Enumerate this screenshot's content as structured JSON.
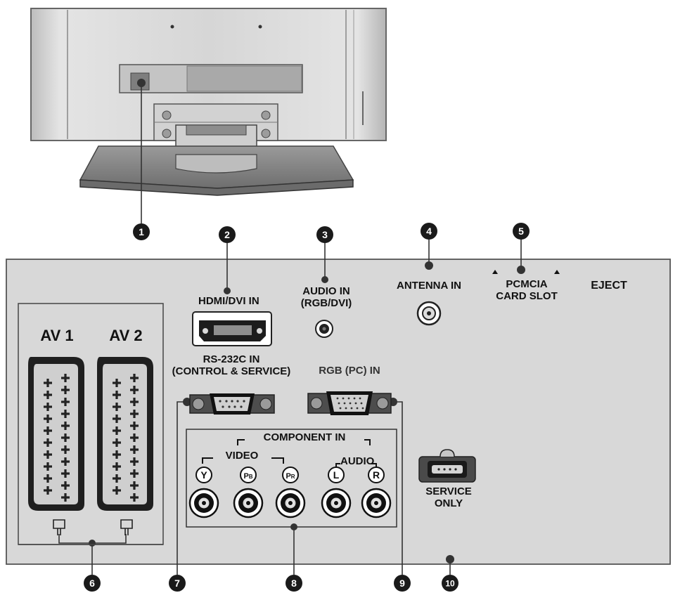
{
  "callouts": [
    "1",
    "2",
    "3",
    "4",
    "5",
    "6",
    "7",
    "8",
    "9",
    "10"
  ],
  "labels": {
    "hdmi": "HDMI/DVI IN",
    "audio_in": [
      "AUDIO IN",
      "(RGB/DVI)"
    ],
    "antenna": "ANTENNA IN",
    "pcmcia": [
      "PCMCIA",
      "CARD SLOT"
    ],
    "eject": "EJECT",
    "av1": "AV 1",
    "av2": "AV 2",
    "rs232": [
      "RS-232C IN",
      "(CONTROL & SERVICE)"
    ],
    "rgb_pc": "RGB (PC) IN",
    "component_in": "COMPONENT IN",
    "video": "VIDEO",
    "audio": "AUDIO",
    "jack_symbols": [
      "Y",
      "PB",
      "PR",
      "L",
      "R"
    ],
    "service": [
      "SERVICE",
      "ONLY"
    ]
  },
  "colors": {
    "panel": "#d8d8d8",
    "panel_border": "#555555",
    "tv_body": "#cfcfcf",
    "callout_fill": "#1a1a1a",
    "callout_text": "#ffffff"
  }
}
